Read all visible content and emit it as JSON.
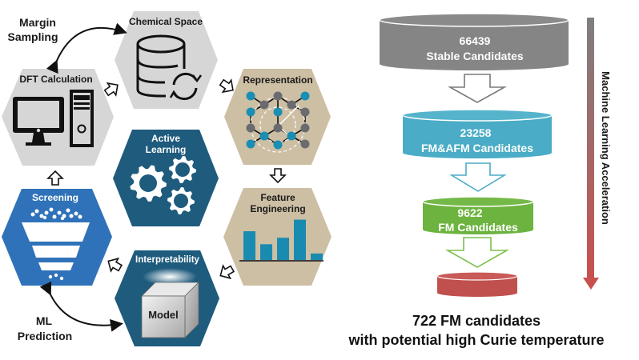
{
  "left_cycle": {
    "nodes": [
      {
        "id": "chemical_space",
        "label": "Chemical Space",
        "icon": "database-refresh-icon",
        "color": "#d6d6d6",
        "text_color": "#1a1a1a"
      },
      {
        "id": "representation",
        "label": "Representation",
        "icon": "crystal-structure-icon",
        "color": "#cdbfa4",
        "text_color": "#1a1a1a"
      },
      {
        "id": "feature_engineering",
        "label_line1": "Feature",
        "label_line2": "Engineering",
        "icon": "bar-chart-icon",
        "color": "#cdbfa4",
        "text_color": "#1a1a1a"
      },
      {
        "id": "interpretability",
        "label": "Interpretability",
        "icon": "model-box-icon",
        "color": "#1e5b7d",
        "text_color": "#ffffff",
        "box_label": "Model"
      },
      {
        "id": "screening",
        "label": "Screening",
        "icon": "funnel-icon",
        "color": "#2f72b9",
        "text_color": "#ffffff"
      },
      {
        "id": "dft_calculation",
        "label": "DFT Calculation",
        "icon": "desktop-computer-icon",
        "color": "#d6d6d6",
        "text_color": "#1a1a1a"
      },
      {
        "id": "active_learning",
        "label_line1": "Active",
        "label_line2": "Learning",
        "icon": "gears-icon",
        "color": "#1e5b7d",
        "text_color": "#ffffff"
      }
    ],
    "annotations": {
      "margin_sampling_line1": "Margin",
      "margin_sampling_line2": "Sampling",
      "ml_prediction_line1": "ML",
      "ml_prediction_line2": "Prediction"
    },
    "feature_bars": [
      0.62,
      0.34,
      0.48,
      0.87,
      0.14
    ],
    "bar_color": "#1a8bb0"
  },
  "funnel": {
    "stages": [
      {
        "count": "66439",
        "label": "Stable Candidates",
        "color": "#858585"
      },
      {
        "count": "23258",
        "label": "FM&AFM Candidates",
        "color": "#4aacc6"
      },
      {
        "count": "9622",
        "label": "FM Candidates",
        "color": "#6db33f"
      },
      {
        "count": "",
        "label": "",
        "color": "#c0504d"
      }
    ],
    "side_label": "Machine Learning Acceleration",
    "result_line1": "722 FM candidates",
    "result_line2": "with potential high Curie temperature"
  }
}
